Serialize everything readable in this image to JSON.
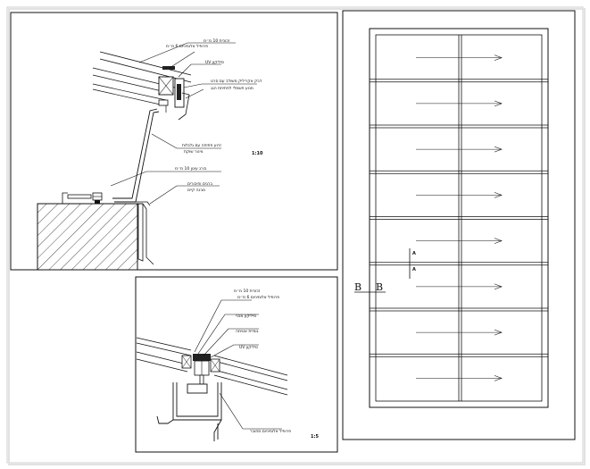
{
  "detail_a": {
    "labels": [
      "זכוכית 10 מ״מ",
      "פרופיל אלומיניום 6 מ״מ",
      "UV סיליקון",
      "דבק אקריליק משולב עם סרט",
      "מנוע חשמלי לפתיחת הגג",
      "זרוע פתיחה עם גלגלות",
      "צינור שוקת",
      "בורג עיגון 10 מ״מ",
      "ברגים וחיבורים",
      "מבנה קיים"
    ],
    "scale": "1:10"
  },
  "detail_b": {
    "labels": [
      "זכוכית 10 מ״מ",
      "פרופיל אלומיניום 6 מ״מ",
      "סיליקון מבני",
      "גומיית אטימה",
      "UV סיליקון",
      "פרופיל אלומיניום מחובר"
    ],
    "scale": "1:5"
  },
  "plan": {
    "section_label_left": "B",
    "section_label_right": "B",
    "marker_a1": "A",
    "marker_a2": "A",
    "rows": 8
  }
}
